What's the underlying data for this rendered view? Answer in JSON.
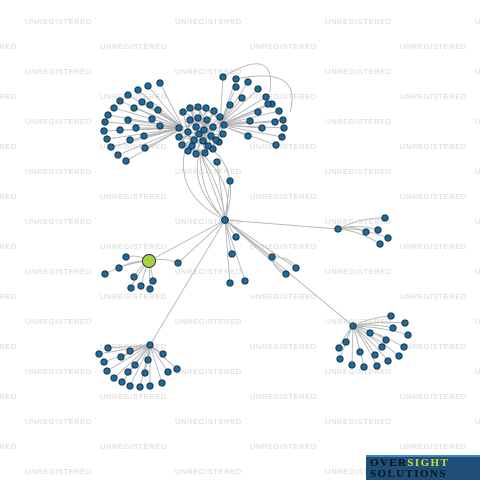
{
  "watermark": {
    "text": "UNREGISTERED",
    "color": "#d6d6d6"
  },
  "graph": {
    "edge_color": "#b4b4b4",
    "node_color": "#1f6a9b",
    "node_stroke": "#0d2b40",
    "highlight_color": "#a9d23b",
    "hub": "n0",
    "highlight_node": "h1"
  },
  "logo": {
    "line1_a": "OVER",
    "line1_b": "SIGHT",
    "line2": "SOLUTIONS",
    "colors": {
      "background": "#1f4e79",
      "text": "#111111",
      "accent": "#c7e32b"
    }
  }
}
